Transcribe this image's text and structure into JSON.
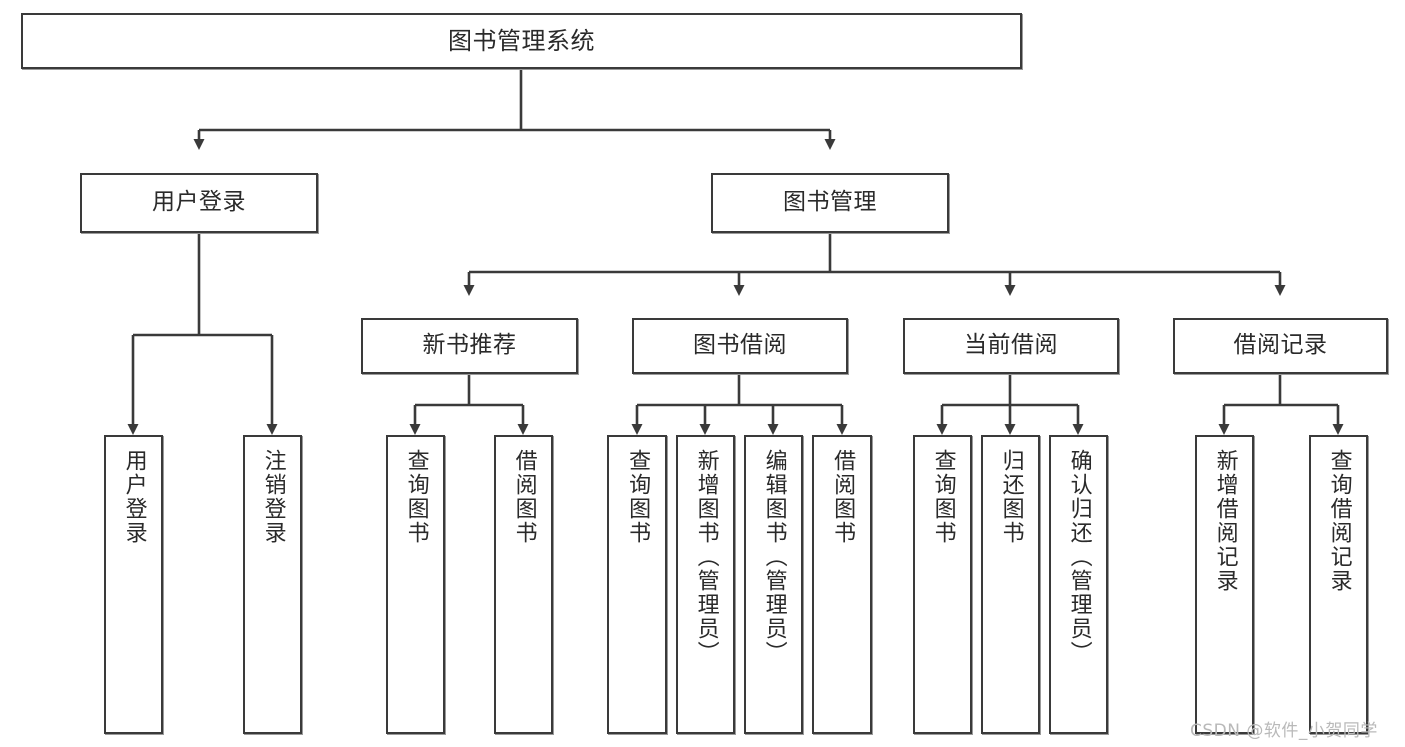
{
  "diagram": {
    "title": "图书管理系统",
    "type": "hierarchical-tree",
    "root": {
      "id": "root",
      "label": "图书管理系统",
      "orientation": "horizontal"
    },
    "level1": [
      {
        "id": "user-login",
        "label": "用户登录",
        "orientation": "horizontal"
      },
      {
        "id": "book-management",
        "label": "图书管理",
        "orientation": "horizontal"
      }
    ],
    "level2": [
      {
        "id": "new-book-recommend",
        "label": "新书推荐",
        "parent": "book-management",
        "orientation": "horizontal"
      },
      {
        "id": "book-borrow",
        "label": "图书借阅",
        "parent": "book-management",
        "orientation": "horizontal"
      },
      {
        "id": "current-borrow",
        "label": "当前借阅",
        "parent": "book-management",
        "orientation": "horizontal"
      },
      {
        "id": "borrow-record",
        "label": "借阅记录",
        "parent": "book-management",
        "orientation": "horizontal"
      }
    ],
    "leaves": [
      {
        "id": "leaf-user-login",
        "label": "用户登录",
        "parent": "user-login",
        "orientation": "vertical"
      },
      {
        "id": "leaf-logout-login",
        "label": "注销登录",
        "parent": "user-login",
        "orientation": "vertical"
      },
      {
        "id": "leaf-query-book-1",
        "label": "查询图书",
        "parent": "new-book-recommend",
        "orientation": "vertical"
      },
      {
        "id": "leaf-borrow-book-1",
        "label": "借阅图书",
        "parent": "new-book-recommend",
        "orientation": "vertical"
      },
      {
        "id": "leaf-query-book-2",
        "label": "查询图书",
        "parent": "book-borrow",
        "orientation": "vertical"
      },
      {
        "id": "leaf-add-book",
        "label": "新增图书（管理员）",
        "parent": "book-borrow",
        "orientation": "vertical"
      },
      {
        "id": "leaf-edit-book",
        "label": "编辑图书（管理员）",
        "parent": "book-borrow",
        "orientation": "vertical"
      },
      {
        "id": "leaf-borrow-book-2",
        "label": "借阅图书",
        "parent": "book-borrow",
        "orientation": "vertical"
      },
      {
        "id": "leaf-query-book-3",
        "label": "查询图书",
        "parent": "current-borrow",
        "orientation": "vertical"
      },
      {
        "id": "leaf-return-book",
        "label": "归还图书",
        "parent": "current-borrow",
        "orientation": "vertical"
      },
      {
        "id": "leaf-confirm-return",
        "label": "确认归还（管理员）",
        "parent": "current-borrow",
        "orientation": "vertical"
      },
      {
        "id": "leaf-add-record",
        "label": "新增借阅记录",
        "parent": "borrow-record",
        "orientation": "vertical"
      },
      {
        "id": "leaf-query-record",
        "label": "查询借阅记录",
        "parent": "borrow-record",
        "orientation": "vertical"
      }
    ],
    "watermark": "CSDN @软件_小贺同学",
    "colors": {
      "stroke": "#3a3a3a",
      "fill": "#ffffff",
      "text": "#2a2a2a",
      "watermark": "#b9b9b9"
    }
  }
}
